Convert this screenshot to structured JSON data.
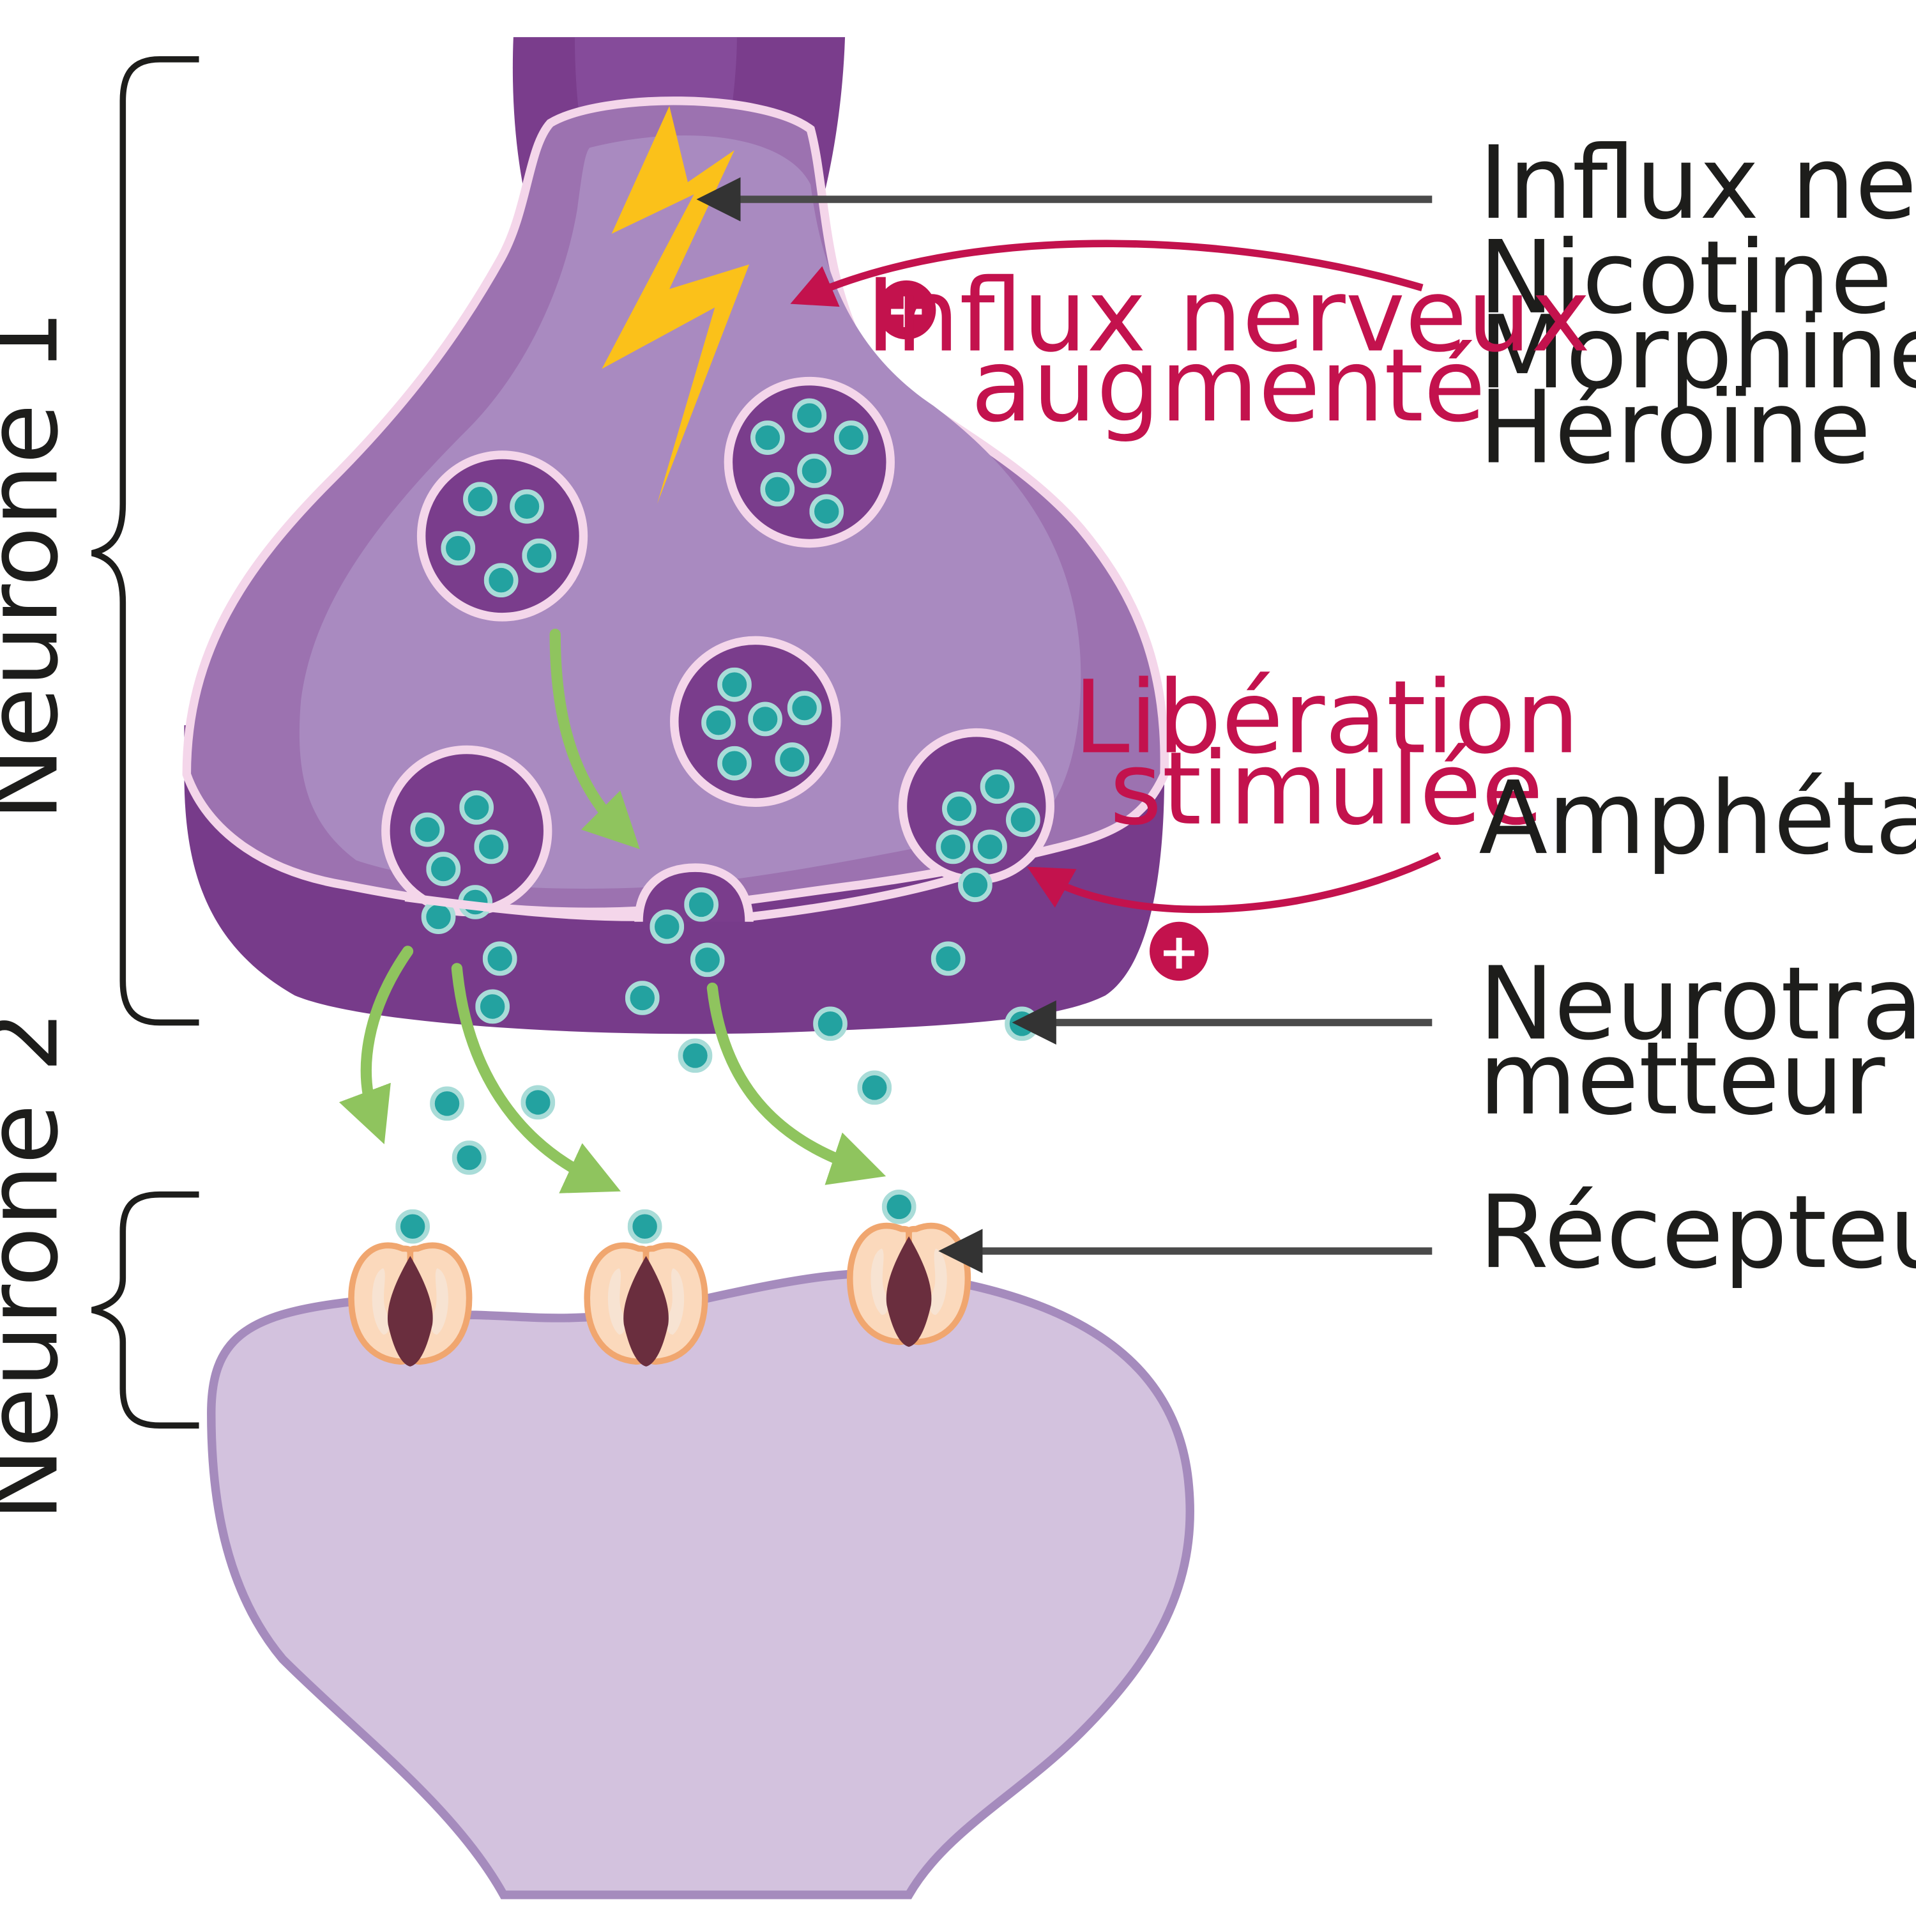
{
  "labels": {
    "neurone1": "Neurone 1",
    "neurone2": "Neurone 2",
    "influx": "Influx nerveux",
    "drugs": [
      "Nicotine",
      "Morphine",
      "Héroïne"
    ],
    "influx_augmente": [
      "Influx nerveux",
      "augmenté"
    ],
    "liberation": [
      "Libération",
      "stimulée"
    ],
    "amphetamines": "Amphétamines",
    "neurotransmetteur": [
      "Neurotrans-",
      "metteur"
    ],
    "recepteur": "Récepteur",
    "plus": "+"
  },
  "colors": {
    "axon_dark": "#7a3d8c",
    "bouton": "#9c72b0",
    "bouton_inner": "#a98ac0",
    "bouton_bottom": "#773b8a",
    "membrane": "#f4d6ea",
    "vesicle": "#7a3d8c",
    "neurotransmitter": "#23a2a0",
    "neurotransmitter_ring": "#a9dcd8",
    "postsynaptic": "#d3c2de",
    "postsynaptic_edge": "#a58bbd",
    "receptor_body": "#fbd9bc",
    "receptor_edge": "#f0a66f",
    "receptor_channel": "#6a2e3e",
    "arrow_green": "#8fc45e",
    "arrow_red": "#c3124d",
    "arrow_gray": "#4a4a4a",
    "lightning": "#fbc11a"
  },
  "icons": [
    "lightning-icon",
    "plus-icon",
    "receptor-icon"
  ]
}
